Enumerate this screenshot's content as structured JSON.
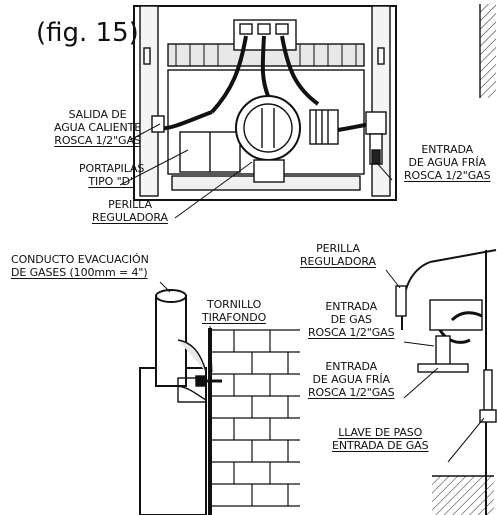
{
  "figure_label": "(fig. 15)",
  "top": {
    "hot_water": {
      "line1": "SALIDA DE",
      "line2": "AGUA CALIENTE",
      "line3": "ROSCA 1/2\"GAS"
    },
    "battery": {
      "line1": "PORTAPILAS",
      "line2": "TIPO \"D\""
    },
    "knob": {
      "line1": "PERILLA",
      "line2": "REGULADORA"
    },
    "cold_water": {
      "line1": "ENTRADA",
      "line2": "DE AGUA FRÍA",
      "line3": "ROSCA 1/2\"GAS"
    }
  },
  "left": {
    "flue": {
      "line1": "CONDUCTO EVACUACIÓN",
      "line2": "DE GASES (100mm = 4\")"
    },
    "screw": {
      "line1": "TORNILLO",
      "line2": "TIRAFONDO"
    }
  },
  "right": {
    "knob": {
      "line1": "PERILLA",
      "line2": "REGULADORA"
    },
    "gas": {
      "line1": "ENTRADA",
      "line2": "DE GAS",
      "line3": "ROSCA 1/2\"GAS"
    },
    "cold_water": {
      "line1": "ENTRADA",
      "line2": "DE AGUA FRÍA",
      "line3": "ROSCA 1/2\"GAS"
    },
    "gas_valve": {
      "line1": "LLAVE DE PASO",
      "line2": "ENTRADA DE GAS"
    }
  }
}
